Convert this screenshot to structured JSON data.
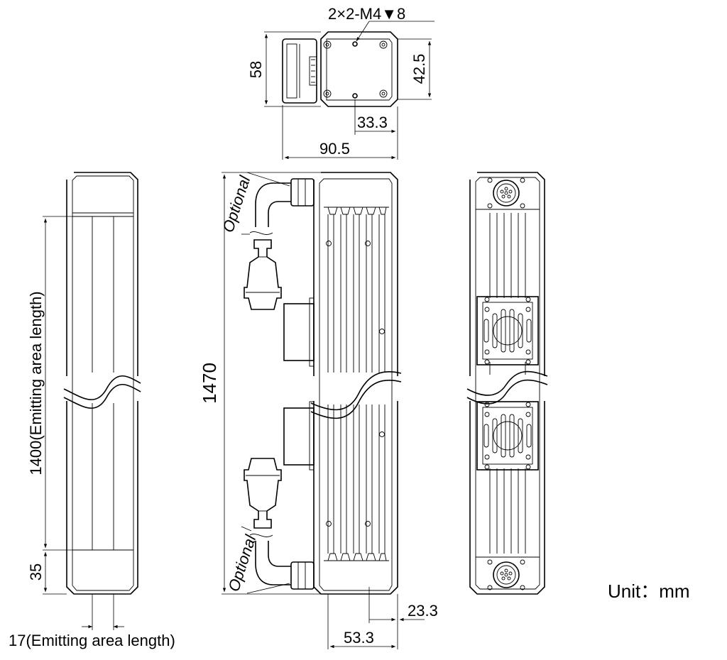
{
  "dimensions": {
    "thread_note": "2×2-M4▼8",
    "top_height": "58",
    "top_inner_height": "42.5",
    "top_offset": "33.3",
    "top_width": "90.5",
    "length_total": "1470",
    "emitting_length": "1400(Emitting area length)",
    "end_length": "35",
    "emitting_width": "17(Emitting area length)",
    "offset_small": "23.3",
    "offset_large": "53.3"
  },
  "labels": {
    "optional_top": "Optional",
    "optional_bottom": "Optional",
    "unit": "Unit：mm"
  }
}
